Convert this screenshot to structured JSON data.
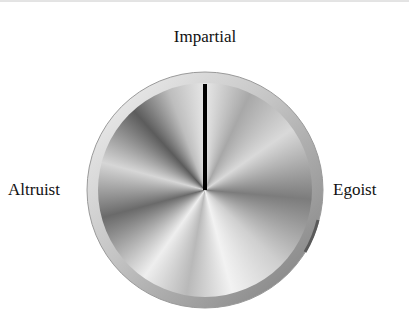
{
  "diagram": {
    "labels": [
      "Impartial",
      "Altruist",
      "Egoist"
    ]
  }
}
